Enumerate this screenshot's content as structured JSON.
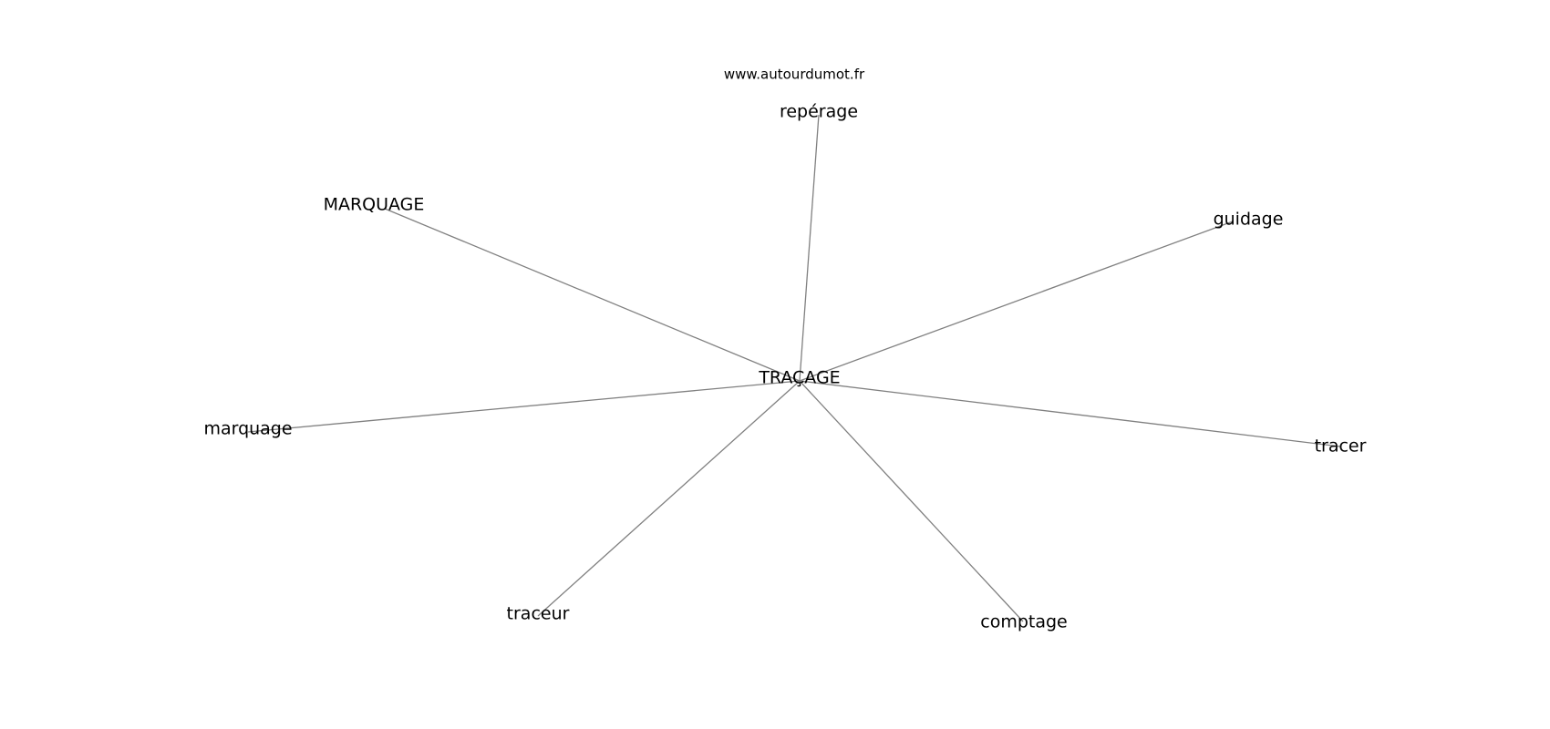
{
  "graph": {
    "site": "www.autourdumot.fr",
    "center": "TRAÇAGE",
    "nodes": [
      "repérage",
      "MARQUAGE",
      "guidage",
      "marquage",
      "tracer",
      "traceur",
      "comptage"
    ],
    "edge_color": "#808080"
  }
}
